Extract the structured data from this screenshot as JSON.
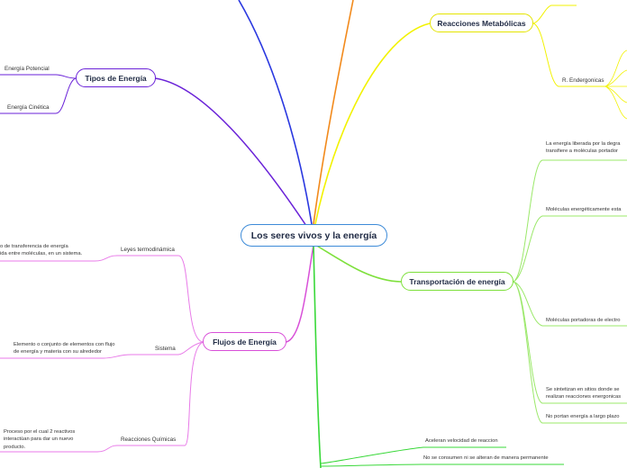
{
  "root": {
    "label": "Los seres vivos y la energía"
  },
  "branches": {
    "tipos": {
      "label": "Tipos de Energía",
      "color": "#6a22d8",
      "items": [
        "Energía Potencial",
        "Energía Cinética"
      ]
    },
    "flujos": {
      "label": "Flujos de Energía",
      "color": "#d84fd8",
      "leyes": {
        "label": "Leyes termodinámica",
        "lines": [
          "o de transferencia de energía",
          "ida entre moléculas, en un sistema."
        ]
      },
      "sistema": {
        "label": "Sistema",
        "lines": [
          "Elemento o conjunto de elementos con flujo",
          "de energía y materia con su alrededor"
        ]
      },
      "reacciones": {
        "label": "Reacciones Químicas",
        "lines": [
          "Proceso por el cual 2 reactivos",
          "interactúan para dar un nuevo",
          "producto."
        ]
      }
    },
    "metabolicas": {
      "label": "Reacciones Metabólicas",
      "color": "#f2f200",
      "items": [
        "R. Endergonicas"
      ]
    },
    "transportacion": {
      "label": "Transportación de energía",
      "color": "#7ee03c",
      "items": [
        {
          "lines": [
            "La energía liberada por la degra",
            "transfiere a moléculas portador"
          ]
        },
        {
          "lines": [
            "Moléculas energéticamente esta"
          ]
        },
        {
          "lines": [
            "Moléculas portadoras de electro"
          ]
        },
        {
          "lines": [
            "Se sintetizan en sitios donde se",
            "realizan reacciones energonicas"
          ]
        },
        {
          "lines": [
            "No portan energía a largo plazo"
          ]
        }
      ]
    },
    "enzimas": {
      "color": "#39d839",
      "items": [
        "Aceleran velocidad de reaccion",
        "No se consumen ni se alteran de manera permanente"
      ]
    }
  },
  "colors": {
    "root_border": "#3d8bd8",
    "blue_branch": "#2a38e0",
    "orange_branch": "#f28a1c"
  }
}
